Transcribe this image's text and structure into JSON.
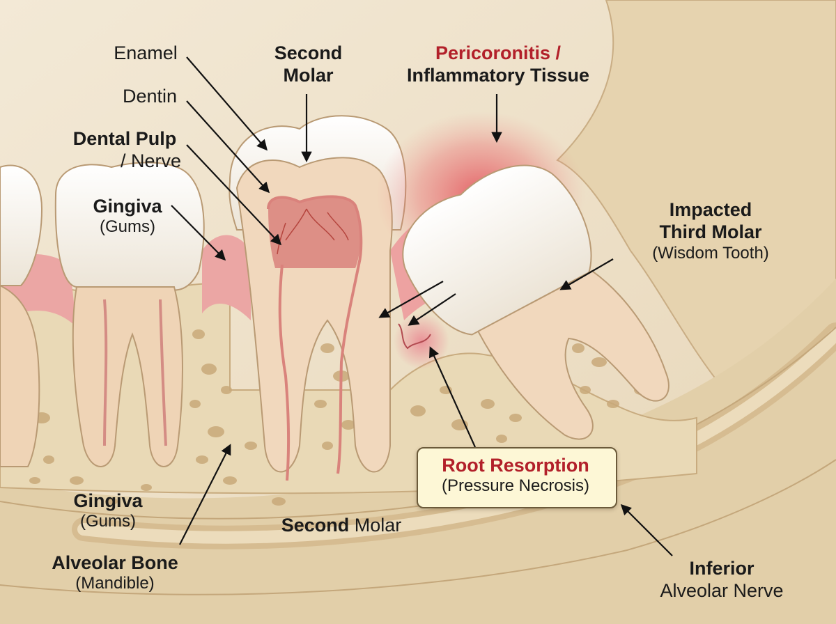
{
  "colors": {
    "background": "#efe3cd",
    "bone": "#e4d3b2",
    "gum": "#e9a5a4",
    "enamel": "#fbf8f2",
    "dentin": "#f1d8bd",
    "pulp": "#d9837c",
    "inflammation": "#e03a48",
    "accent_red": "#b2202a",
    "callout_bg": "#fdf7d6"
  },
  "labels": {
    "enamel": "Enamel",
    "dentin": "Dentin",
    "second_molar_top_line1": "Second",
    "second_molar_top_line2": "Molar",
    "pericoronitis_line1": "Pericoronitis /",
    "pericoronitis_line2": "Inflammatory Tissue",
    "dental_pulp_line1": "Dental Pulp",
    "dental_pulp_line2": "/ Nerve",
    "gingiva_top_line1": "Gingiva",
    "gingiva_top_line2": "(Gums)",
    "impacted_line1": "Impacted",
    "impacted_line2": "Third Molar",
    "impacted_line3": "(Wisdom Tooth)",
    "root_resorption_line1": "Root Resorption",
    "root_resorption_line2": "(Pressure Necrosis)",
    "gingiva_bottom_line1": "Gingiva",
    "gingiva_bottom_line2": "(Gums)",
    "second_molar_bottom_bold": "Second",
    "second_molar_bottom_regular": " Molar",
    "alveolar_bone_line1": "Alveolar Bone",
    "alveolar_bone_line2": "(Mandible)",
    "inferior_line1": "Inferior",
    "inferior_line2": "Alveolar Nerve"
  }
}
